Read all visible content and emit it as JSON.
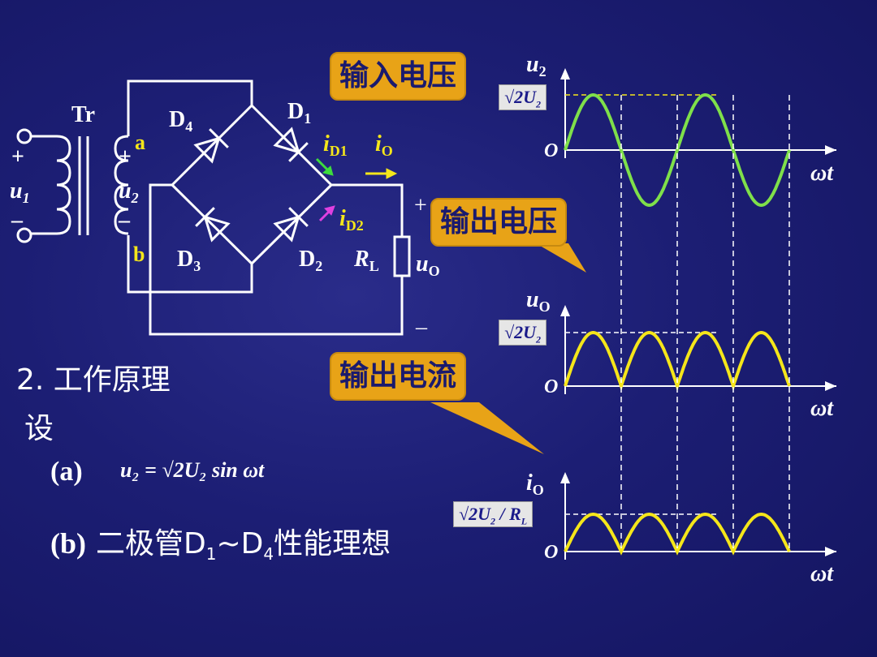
{
  "callouts": {
    "input_voltage": "输入电压",
    "output_voltage": "输出电压",
    "output_current": "输出电流"
  },
  "circuit": {
    "transformer": "Tr",
    "u1": "u",
    "u1_sub": "1",
    "u2": "u",
    "u2_sub": "2",
    "plus": "+",
    "minus": "–",
    "node_a": "a",
    "node_b": "b",
    "d1": "D",
    "d1_sub": "1",
    "d2": "D",
    "d2_sub": "2",
    "d3": "D",
    "d3_sub": "3",
    "d4": "D",
    "d4_sub": "4",
    "id1": "i",
    "id1_sub": "D1",
    "id2": "i",
    "id2_sub": "D2",
    "io": "i",
    "io_sub": "O",
    "rl": "R",
    "rl_sub": "L",
    "uo": "u",
    "uo_sub": "O"
  },
  "graphs": {
    "g1": {
      "ylabel": "u",
      "ylabel_sub": "2",
      "origin": "O",
      "xlabel": "ωt",
      "amp_label": "√2U",
      "amp_sub": "2"
    },
    "g2": {
      "ylabel": "u",
      "ylabel_sub": "O",
      "origin": "O",
      "xlabel": "ωt",
      "amp_label": "√2U",
      "amp_sub": "2"
    },
    "g3": {
      "ylabel": "i",
      "ylabel_sub": "O",
      "origin": "O",
      "xlabel": "ωt",
      "amp_label": "√2U",
      "amp_sub": "2",
      "amp_tail": " / R",
      "amp_tail_sub": "L"
    }
  },
  "text": {
    "section": "2. 工作原理",
    "assume": "设",
    "item_a_label": "(a)",
    "item_a_formula": "u₂ = √2U₂ sin ωt",
    "item_b_label": "(b)",
    "item_b_text": "二极管D",
    "item_b_sub1": "1",
    "item_b_mid": "~D",
    "item_b_sub2": "4",
    "item_b_tail": "性能理想"
  },
  "colors": {
    "input_wave": "#7fe04a",
    "output_wave": "#f5e61a",
    "wire": "#ffffff",
    "callout": "#e8a317",
    "id1_arrow": "#3ddc3d",
    "id2_arrow": "#e040e0",
    "io_arrow": "#f5e61a",
    "label_yellow": "#f5e61a"
  }
}
